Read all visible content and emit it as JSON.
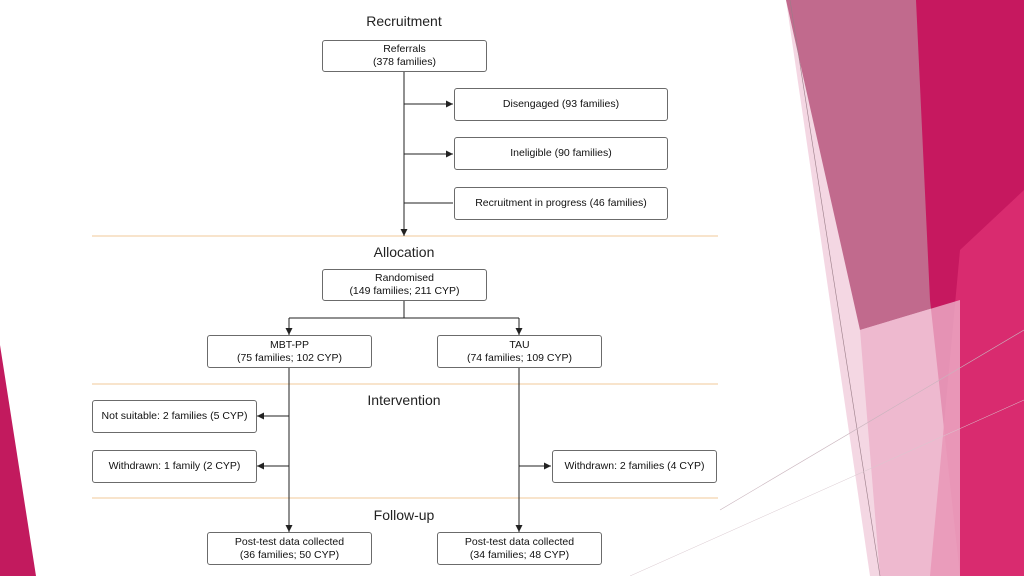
{
  "sections": {
    "recruitment": "Recruitment",
    "allocation": "Allocation",
    "intervention": "Intervention",
    "followup": "Follow-up"
  },
  "boxes": {
    "referrals": {
      "line1": "Referrals",
      "line2": "(378 families)"
    },
    "disengaged": {
      "line1": "Disengaged (93 families)"
    },
    "ineligible": {
      "line1": "Ineligible (90 families)"
    },
    "in_progress": {
      "line1": "Recruitment in progress (46 families)"
    },
    "randomised": {
      "line1": "Randomised",
      "line2": "(149 families; 211 CYP)"
    },
    "mbt_pp": {
      "line1": "MBT-PP",
      "line2": "(75 families; 102 CYP)"
    },
    "tau": {
      "line1": "TAU",
      "line2": "(74 families; 109 CYP)"
    },
    "not_suitable": {
      "line1": "Not suitable: 2 families (5 CYP)"
    },
    "withdrawn_mbt": {
      "line1": "Withdrawn: 1 family (2 CYP)"
    },
    "withdrawn_tau": {
      "line1": "Withdrawn: 2 families (4 CYP)"
    },
    "posttest_mbt": {
      "line1": "Post-test data collected",
      "line2": "(36 families; 50 CYP)"
    },
    "posttest_tau": {
      "line1": "Post-test data collected",
      "line2": "(34 families; 48 CYP)"
    }
  },
  "colors": {
    "accent_magenta": "#c6185f",
    "accent_pink": "#e8a2bf",
    "divider": "#f0c89a",
    "line": "#222222"
  }
}
